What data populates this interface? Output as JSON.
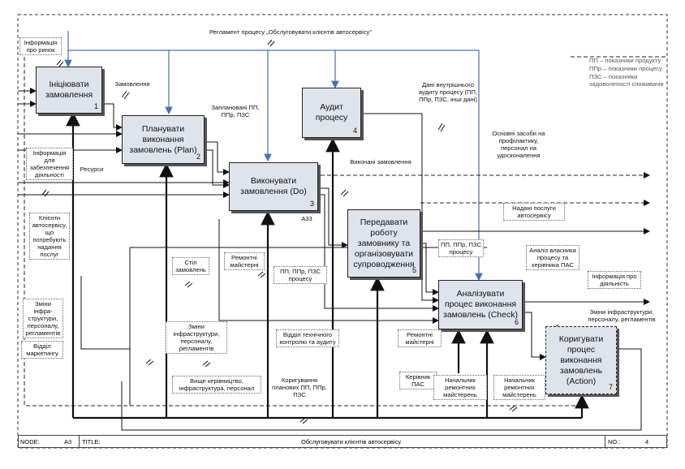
{
  "title_label": "Регламент процесу „Обслуговувати клієнтів автосервісу\"",
  "boxes": [
    {
      "id": "b1",
      "text": "Ініціювати замовлення",
      "num": "1"
    },
    {
      "id": "b2",
      "text": "Планувати виконання замовлень (Plan)",
      "num": "2"
    },
    {
      "id": "b3",
      "text": "Виконувати замовлення (Do)",
      "num": "3"
    },
    {
      "id": "b4",
      "text": "Аудит процесу",
      "num": "4"
    },
    {
      "id": "b5",
      "text": "Передавати роботу замовнику та організовувати супроводження",
      "num": "5"
    },
    {
      "id": "b6",
      "text": "Аналізувати процес виконання замовлень (Check)",
      "num": "6"
    },
    {
      "id": "b7",
      "text": "Коригувати процес виконання замовлень (Action)",
      "num": "7"
    }
  ],
  "labels": {
    "market_info": "Інформація про ринок",
    "order": "Замовлення",
    "planned": "Заплановані ПП, ППр, ПЗС",
    "support_info": "Інформація для забезпечення діяльності",
    "resources": "Ресурси",
    "clients": "Клієнти автосервісу, що потребують надання послуг",
    "changes_left": "Зміни інфра-структури, персоналу, регламентів",
    "marketing": "Відділ маркетингу",
    "order_table": "Стіл замовлень",
    "repair_shops1": "Ремонтні майстерні",
    "pp_process": "ПП, ППр, ПЗС процесу",
    "done_orders": "Виконані замовлення",
    "a3x": "А33",
    "audit_data": "Дані внутрішнього аудиту процесу (ПП, ППр, ПЗС, інші дані)",
    "fixed_assets": "Основні засоби на профілактику, персонал на удосконалення",
    "services": "Надані послуги автосервісу",
    "pp_process2": "ПП, ППр, ПЗС процесу",
    "owner_analysis": "Аналіз власника процесу та керівника ПАС",
    "activity_info": "Інформація про діяльність",
    "changes_right": "Зміни інфраструктури, персоналу, регламентів",
    "changes_mid": "Зміни інфраструктури, персоналу, регламентів",
    "tech_control": "Відділ технічного контролю та аудиту",
    "repair_shops2": "Ремонтні майстерні",
    "head_pas": "Керівник ПАС",
    "head_shops1": "Начальник ремонтних майстерень",
    "head_shops2": "Начальник ремонтних майстерень",
    "top_mgmt": "Вище керівництво, інфраструктура, персонал",
    "correction": "Коригування планових ПП, ППр, ПЗС",
    "legend1": "ПП – показники продукту",
    "legend2": "ППр – показники процесу",
    "legend3": "ПЗС – показники задоволеності споживачів"
  },
  "footer": {
    "node_label": "NODE:",
    "node_value": "A3",
    "title_label": "TITLE:",
    "title_value": "Обслуговувати клієнтів автосервісу",
    "no_label": "NO.:",
    "no_value": "4"
  }
}
